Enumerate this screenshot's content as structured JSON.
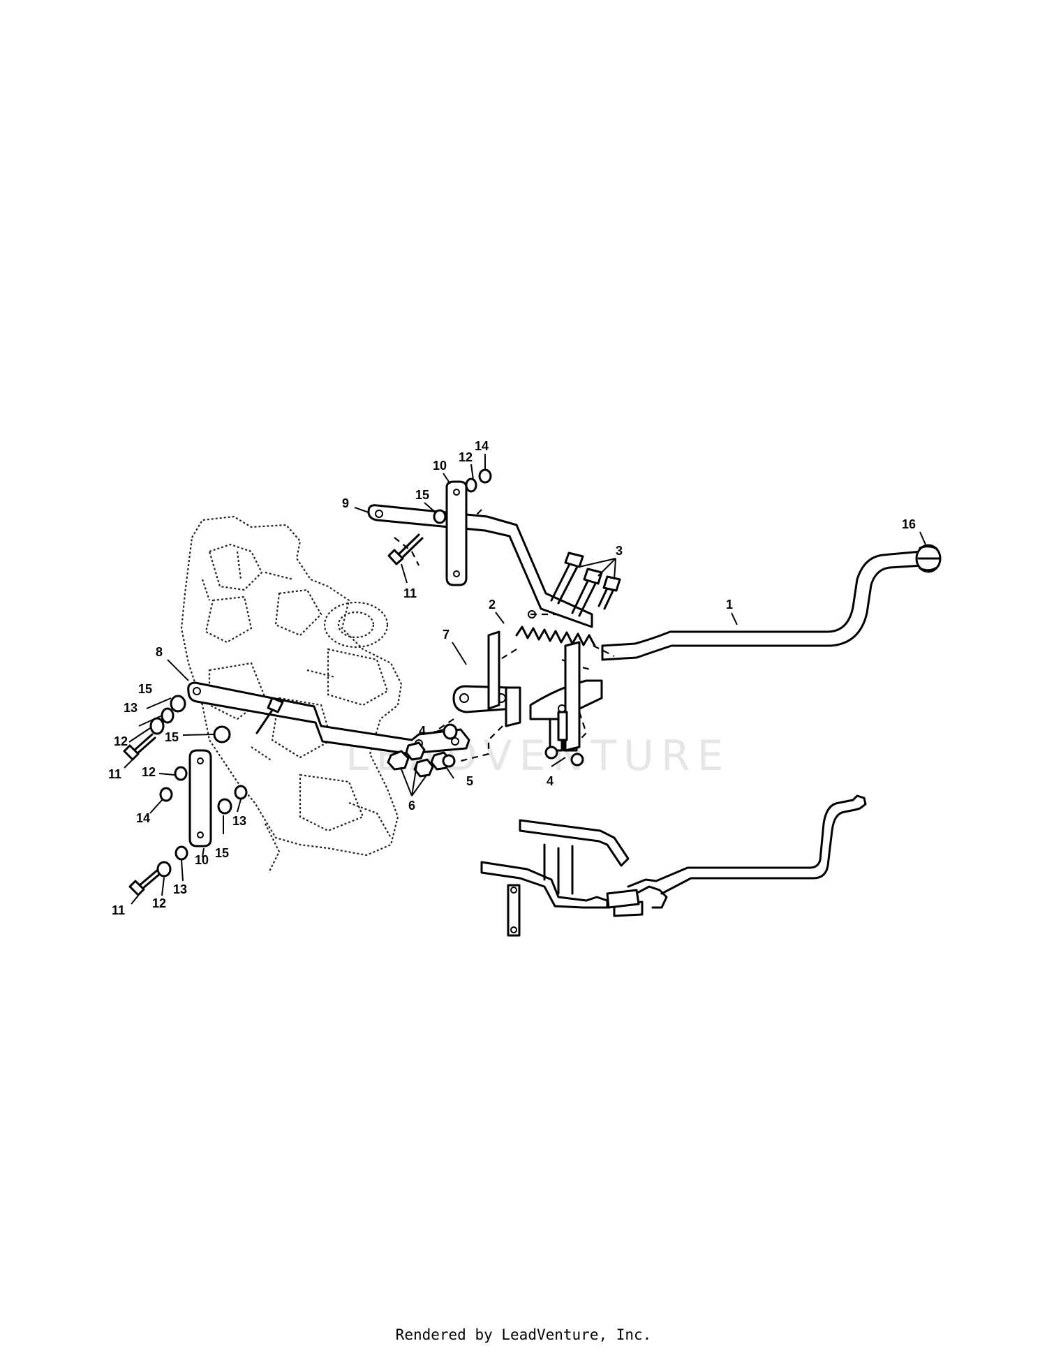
{
  "watermark": "LEADVENTURE",
  "footer": "Rendered by LeadVenture, Inc.",
  "callouts": [
    {
      "id": "c1",
      "label": "1"
    },
    {
      "id": "c2",
      "label": "2"
    },
    {
      "id": "c3",
      "label": "3"
    },
    {
      "id": "c4a",
      "label": "4"
    },
    {
      "id": "c4b",
      "label": "4"
    },
    {
      "id": "c5",
      "label": "5"
    },
    {
      "id": "c6",
      "label": "6"
    },
    {
      "id": "c7",
      "label": "7"
    },
    {
      "id": "c8",
      "label": "8"
    },
    {
      "id": "c9",
      "label": "9"
    },
    {
      "id": "c10a",
      "label": "10"
    },
    {
      "id": "c10b",
      "label": "10"
    },
    {
      "id": "c11a",
      "label": "11"
    },
    {
      "id": "c11b",
      "label": "11"
    },
    {
      "id": "c11c",
      "label": "11"
    },
    {
      "id": "c12a",
      "label": "12"
    },
    {
      "id": "c12b",
      "label": "12"
    },
    {
      "id": "c12c",
      "label": "12"
    },
    {
      "id": "c12d",
      "label": "12"
    },
    {
      "id": "c13a",
      "label": "13"
    },
    {
      "id": "c13b",
      "label": "13"
    },
    {
      "id": "c13c",
      "label": "13"
    },
    {
      "id": "c14a",
      "label": "14"
    },
    {
      "id": "c14b",
      "label": "14"
    },
    {
      "id": "c15a",
      "label": "15"
    },
    {
      "id": "c15b",
      "label": "15"
    },
    {
      "id": "c15c",
      "label": "15"
    },
    {
      "id": "c15d",
      "label": "15"
    },
    {
      "id": "c16",
      "label": "16"
    }
  ]
}
